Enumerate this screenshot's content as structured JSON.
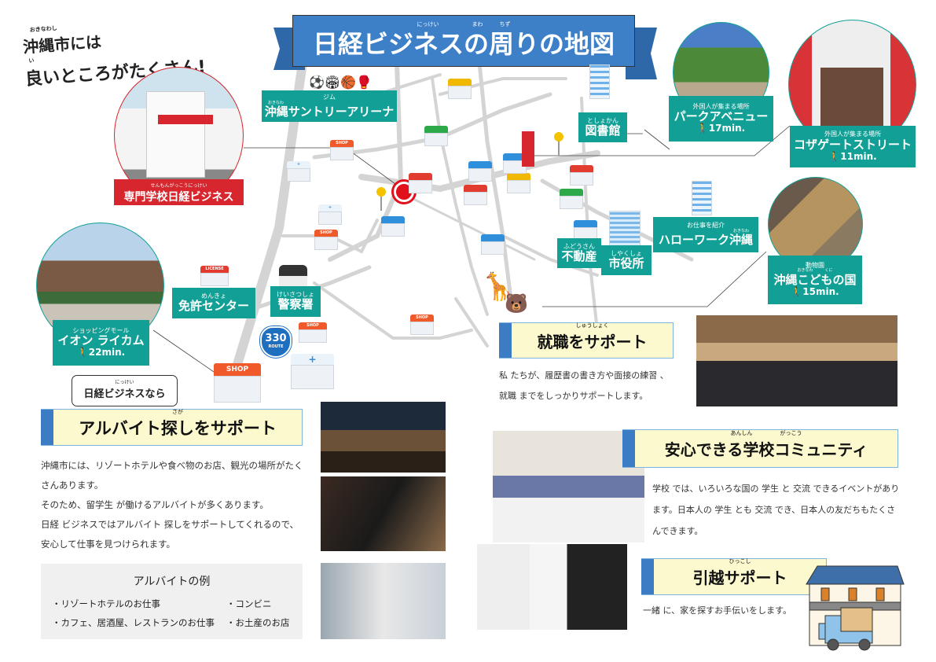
{
  "headline": {
    "line1_ruby": "おきなわし",
    "line1": "沖縄市には",
    "line2_ruby": "い",
    "line2": "良いところがたくさん!"
  },
  "title": {
    "text": "日経ビジネスの周りの地図",
    "ruby": "にっけい　　　　　　まわ　　　ちず"
  },
  "places": {
    "school": {
      "ruby": "せんもんがっこうにっけい",
      "name": "専門学校日経ビジネス"
    },
    "gym": {
      "category": "ジム",
      "ruby": "おきなわ",
      "name": "沖縄サントリーアリーナ"
    },
    "library": {
      "ruby": "としょかん",
      "name": "図書館"
    },
    "park_avenue": {
      "category": "外国人が集まる場所",
      "name": "パークアベニュー",
      "walk": "17min."
    },
    "koza_gate": {
      "category": "外国人が集まる場所",
      "name": "コザゲートストリート",
      "walk": "11min."
    },
    "hello_work": {
      "category": "お仕事を紹介",
      "ruby": "おきなわ",
      "name": "ハローワーク沖縄"
    },
    "real_estate": {
      "ruby": "ふどうさん",
      "name": "不動産"
    },
    "city_hall": {
      "ruby": "しやくしょ",
      "name": "市役所"
    },
    "zoo": {
      "category": "動物園",
      "ruby": "おきなわ　　　くに",
      "name": "沖縄こどもの国",
      "walk": "15min."
    },
    "aeon": {
      "category": "ショッピングモール",
      "name": "イオン ライカム",
      "walk": "22min."
    },
    "license": {
      "ruby": "めんきょ",
      "name": "免許センター"
    },
    "police": {
      "ruby": "けいさつしょ",
      "name": "警察署"
    }
  },
  "map_labels": {
    "route_number": "330",
    "route_text": "ROUTE",
    "shop": "SHOP",
    "license_sign": "LICENSE"
  },
  "bubble": {
    "ruby": "にっけい",
    "text": "日経ビジネスなら"
  },
  "parttime": {
    "heading": "アルバイト探しをサポート",
    "heading_ruby": "さが",
    "paragraphs": [
      "沖縄市には、リゾートホテルや食べ物のお店、観光の場所がたくさんあります。",
      "そのため、留学生 が働けるアルバイトが多くあります。",
      "日経 ビジネスではアルバイト 探しをサポートしてくれるので、安心して仕事を見つけられます。"
    ],
    "examples_title": "アルバイトの例",
    "examples": [
      "・リゾートホテルのお仕事",
      "・コンビニ",
      "・カフェ、居酒屋、レストランのお仕事",
      "・お土産のお店"
    ]
  },
  "job": {
    "heading": "就職をサポート",
    "heading_ruby": "しゅうしょく",
    "paragraphs": [
      "私 たちが、履歴書の書き方や面接の練習 、",
      "就職 までをしっかりサポートします。"
    ]
  },
  "community": {
    "heading": "安心できる学校コミュニティ",
    "heading_ruby": "あんしん　　　　　がっこう",
    "paragraphs": [
      "学校 では、いろいろな国の 学生 と 交流 できるイベントがあります。日本人の 学生 とも 交流 でき、日本人の友だちもたくさんできます。"
    ]
  },
  "moving": {
    "heading": "引越サポート",
    "heading_ruby": "ひっこし",
    "paragraphs": [
      "一緒 に、家を探すお手伝いをします。"
    ]
  },
  "colors": {
    "teal": "#12a096",
    "title_blue": "#3b7cc4",
    "school_red": "#d7262e",
    "banner_yellow": "#fdf9cf"
  }
}
